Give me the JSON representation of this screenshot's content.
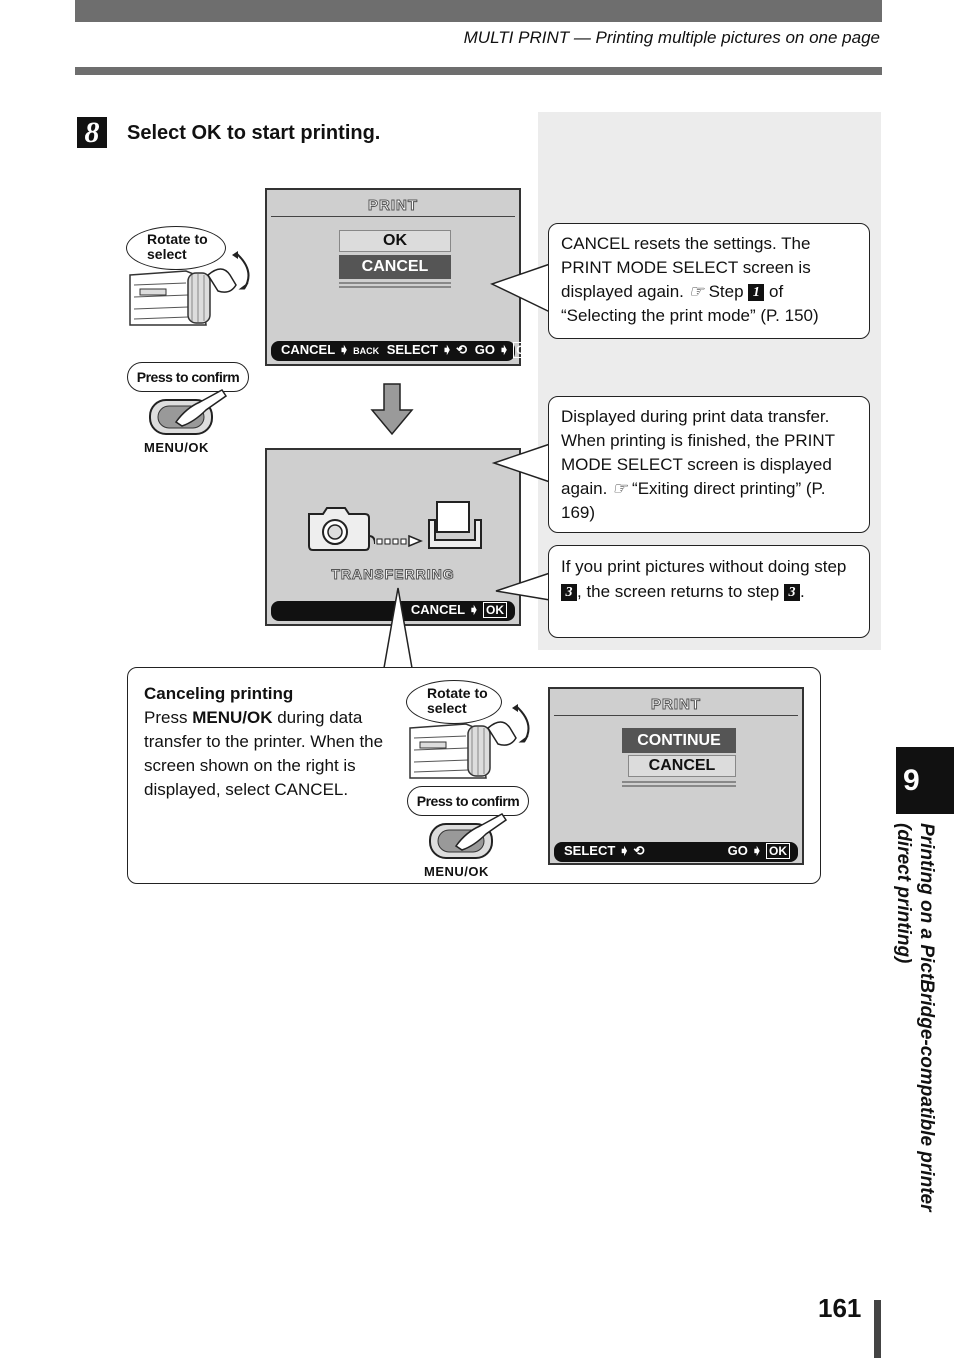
{
  "header": {
    "running_title": "MULTI PRINT — Printing multiple pictures on one page"
  },
  "step": {
    "number": "8",
    "title": "Select OK to start printing."
  },
  "screen_print": {
    "title": "PRINT",
    "items": [
      "OK",
      "CANCEL"
    ],
    "selected": "CANCEL",
    "bottom_bar": {
      "cancel": "CANCEL",
      "back": "BACK",
      "select": "SELECT",
      "go": "GO",
      "ok": "OK"
    }
  },
  "screen_transfer": {
    "title": "TRANSFERRING",
    "bottom_bar": {
      "cancel": "CANCEL",
      "ok": "OK"
    }
  },
  "screen_continue": {
    "title": "PRINT",
    "items": [
      "CONTINUE",
      "CANCEL"
    ],
    "selected": "CONTINUE",
    "bottom_bar": {
      "select": "SELECT",
      "go": "GO",
      "ok": "OK"
    }
  },
  "controls": {
    "rotate_label": "Rotate to select",
    "confirm_label": "Press to confirm",
    "button_name": "MENU/OK"
  },
  "callouts": {
    "cancel_note": {
      "line1": "CANCEL resets the settings. The PRINT MODE SELECT screen is displayed again.",
      "ref_step_prefix": "Step",
      "ref_step_num": "1",
      "ref_suffix": "of “Selecting the print mode” (P. 150)"
    },
    "transfer_note": {
      "text": "Displayed during print data transfer. When printing is finished, the PRINT MODE SELECT screen is displayed again.",
      "ref": "“Exiting direct printing” (P. 169)"
    },
    "return_note": {
      "prefix": "If you print pictures without doing step",
      "step_num": "3",
      "middle": ", the screen returns to step",
      "step_num2": "3",
      "suffix": "."
    }
  },
  "canceling": {
    "heading": "Canceling printing",
    "body_prefix": "Press",
    "body_bold": "MENU/OK",
    "body_rest": "during data transfer to the printer. When the screen shown on the right is displayed, select CANCEL."
  },
  "sidebar": {
    "chapter": "9",
    "chapter_title_line1": "Printing on a PictBridge-compatible printer",
    "chapter_title_line2": "(direct printing)"
  },
  "footer": {
    "page_number": "161"
  },
  "icons": [
    "right-arrow-icon",
    "dial-icon",
    "ref-pointer-icon",
    "camera-icon",
    "printer-icon",
    "down-arrow-icon",
    "hand-rotate-icon",
    "hand-press-icon"
  ],
  "colors": {
    "page": "#ffffff",
    "header_bar": "#6e6e6e",
    "panel_bg": "#ececec",
    "lcd_bg": "#cfcfcf",
    "highlight": "#555555"
  }
}
